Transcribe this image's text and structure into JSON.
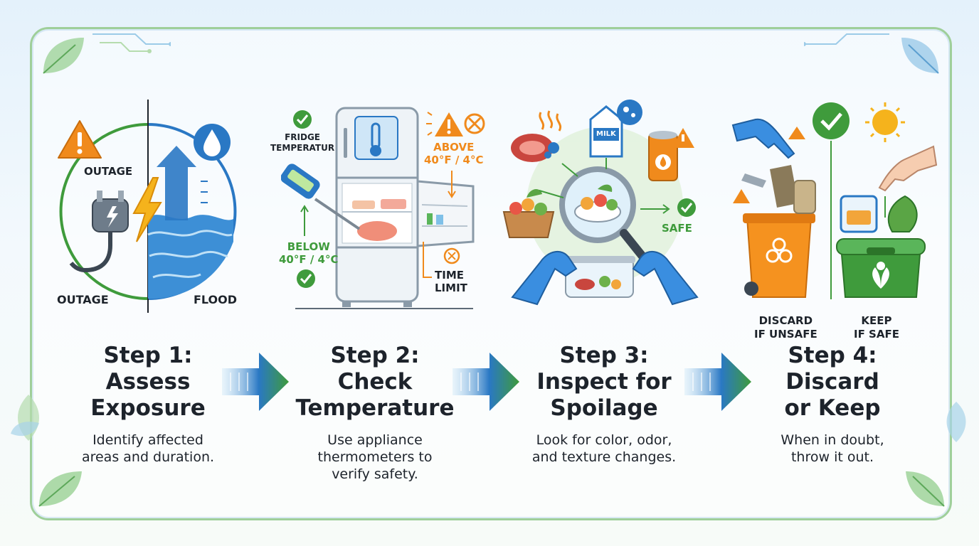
{
  "colors": {
    "green": "#3f9b3c",
    "blue": "#2a78c4",
    "orange": "#f08a1c",
    "text": "#1d232b"
  },
  "step1": {
    "title": "Step 1:\nAssess\nExposure",
    "desc": "Identify affected\nareas and duration.",
    "labels": {
      "outage_top": "OUTAGE",
      "outage_bottom": "OUTAGE",
      "flood": "FLOOD"
    },
    "icons": [
      "warning-icon",
      "plug-icon",
      "lightning-icon",
      "water-drop-icon",
      "up-arrow-icon",
      "waves-icon"
    ]
  },
  "step2": {
    "title": "Step 2:\nCheck\nTemperature",
    "desc": "Use appliance\nthermometers to\nverify safety.",
    "labels": {
      "fridge_temp": "FRIDGE\nTEMPERATUR",
      "above": "ABOVE\n40°F / 4°C",
      "below": "BELOW\n40°F / 4°C",
      "time_limit": "TIME\nLIMIT"
    },
    "icons": [
      "check-icon",
      "warning-icon",
      "no-bacteria-icon",
      "thermometer-icon",
      "fridge-icon",
      "timer-icon"
    ]
  },
  "step3": {
    "title": "Step 3:\nInspect for\nSpoilage",
    "desc": "Look for color, odor,\nand texture changes.",
    "labels": {
      "milk": "MILK",
      "safe": "SAFE"
    },
    "icons": [
      "meat-icon",
      "milk-carton-icon",
      "can-icon",
      "fruit-basket-icon",
      "magnifier-icon",
      "glove-hand-icon",
      "container-icon",
      "check-icon",
      "warning-icon"
    ]
  },
  "step4": {
    "title": "Step 4:\nDiscard\nor Keep",
    "desc": "When in doubt,\nthrow it out.",
    "labels": {
      "discard": "DISCARD\nIF UNSAFE",
      "keep": "KEEP\nIF SAFE"
    },
    "icons": [
      "check-icon",
      "sun-icon",
      "glove-hand-icon",
      "trash-bin-icon",
      "biohazard-icon",
      "green-bin-icon",
      "warning-icon"
    ]
  }
}
